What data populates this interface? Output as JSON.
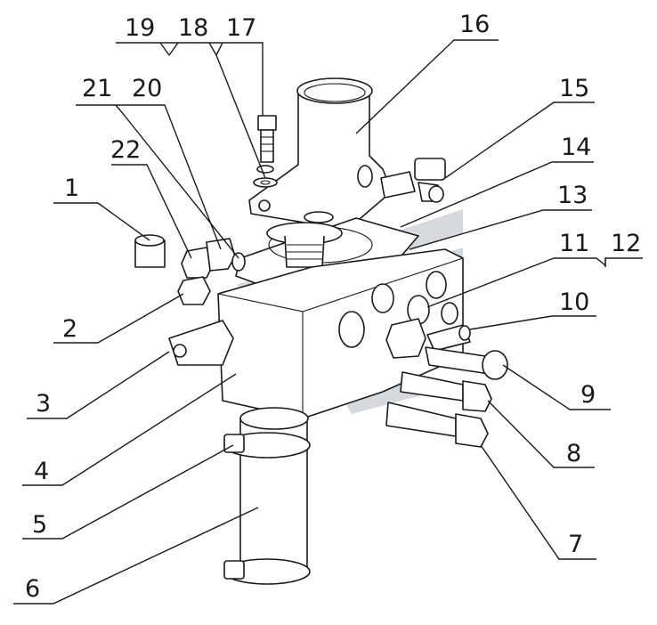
{
  "callouts": [
    {
      "id": "1",
      "text": "1"
    },
    {
      "id": "2",
      "text": "2"
    },
    {
      "id": "3",
      "text": "3"
    },
    {
      "id": "4",
      "text": "4"
    },
    {
      "id": "5",
      "text": "5"
    },
    {
      "id": "6",
      "text": "6"
    },
    {
      "id": "7",
      "text": "7"
    },
    {
      "id": "8",
      "text": "8"
    },
    {
      "id": "9",
      "text": "9"
    },
    {
      "id": "10",
      "text": "10"
    },
    {
      "id": "11",
      "text": "11"
    },
    {
      "id": "12",
      "text": "12"
    },
    {
      "id": "13",
      "text": "13"
    },
    {
      "id": "14",
      "text": "14"
    },
    {
      "id": "15",
      "text": "15"
    },
    {
      "id": "16",
      "text": "16"
    },
    {
      "id": "17",
      "text": "17"
    },
    {
      "id": "18",
      "text": "18"
    },
    {
      "id": "19",
      "text": "19"
    },
    {
      "id": "20",
      "text": "20"
    },
    {
      "id": "21",
      "text": "21"
    },
    {
      "id": "22",
      "text": "22"
    }
  ],
  "colors": {
    "line": "#1a1a1a",
    "watermark": "#c9cdd0",
    "background": "#ffffff"
  }
}
